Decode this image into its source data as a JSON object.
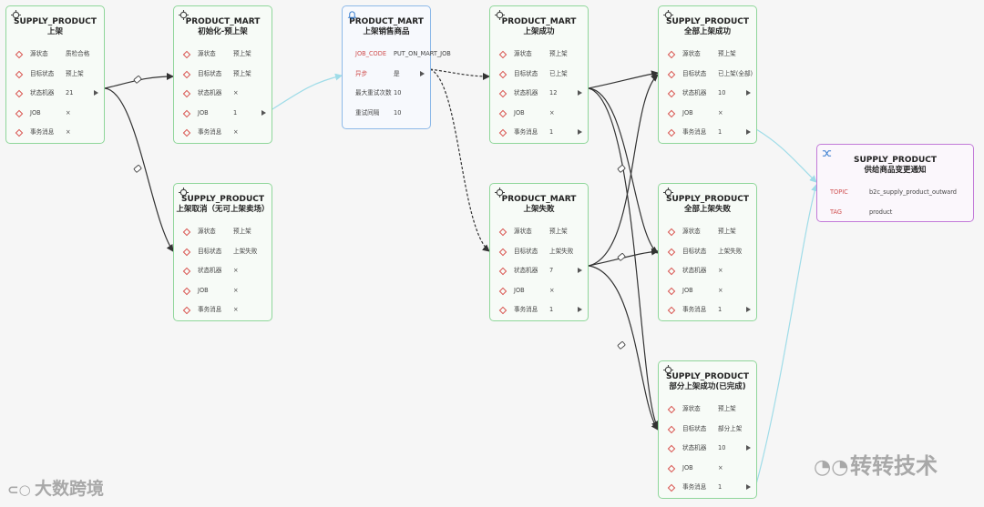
{
  "nodes": {
    "n1": {
      "title": "SUPPLY_PRODUCT",
      "subtitle": "上架",
      "rows": [
        {
          "k": "源状态",
          "v": "质检合格"
        },
        {
          "k": "目标状态",
          "v": "预上架"
        },
        {
          "k": "状态机器",
          "v": "21"
        },
        {
          "k": "JOB",
          "v": "×"
        },
        {
          "k": "事务消息",
          "v": "×"
        }
      ]
    },
    "n2": {
      "title": "PRODUCT_MART",
      "subtitle": "初始化-预上架",
      "rows": [
        {
          "k": "源状态",
          "v": "预上架"
        },
        {
          "k": "目标状态",
          "v": "预上架"
        },
        {
          "k": "状态机器",
          "v": "×"
        },
        {
          "k": "JOB",
          "v": "1"
        },
        {
          "k": "事务消息",
          "v": "×"
        }
      ]
    },
    "n3": {
      "title": "SUPPLY_PRODUCT",
      "subtitle": "上架取消（无可上架卖场）",
      "rows": [
        {
          "k": "源状态",
          "v": "预上架"
        },
        {
          "k": "目标状态",
          "v": "上架失败"
        },
        {
          "k": "状态机器",
          "v": "×"
        },
        {
          "k": "JOB",
          "v": "×"
        },
        {
          "k": "事务消息",
          "v": "×"
        }
      ]
    },
    "n4": {
      "title": "PRODUCT_MART",
      "subtitle": "上架销售商品",
      "rows": [
        {
          "k": "JOB_CODE",
          "v": "PUT_ON_MART_JOB"
        },
        {
          "k": "异步",
          "v": "是"
        },
        {
          "k": "最大重试次数",
          "v": "10"
        },
        {
          "k": "重试间隔",
          "v": "10"
        }
      ]
    },
    "n5": {
      "title": "PRODUCT_MART",
      "subtitle": "上架成功",
      "rows": [
        {
          "k": "源状态",
          "v": "预上架"
        },
        {
          "k": "目标状态",
          "v": "已上架"
        },
        {
          "k": "状态机器",
          "v": "12"
        },
        {
          "k": "JOB",
          "v": "×"
        },
        {
          "k": "事务消息",
          "v": "1"
        }
      ]
    },
    "n6": {
      "title": "PRODUCT_MART",
      "subtitle": "上架失败",
      "rows": [
        {
          "k": "源状态",
          "v": "预上架"
        },
        {
          "k": "目标状态",
          "v": "上架失败"
        },
        {
          "k": "状态机器",
          "v": "7"
        },
        {
          "k": "JOB",
          "v": "×"
        },
        {
          "k": "事务消息",
          "v": "1"
        }
      ]
    },
    "n7": {
      "title": "SUPPLY_PRODUCT",
      "subtitle": "全部上架成功",
      "rows": [
        {
          "k": "源状态",
          "v": "预上架"
        },
        {
          "k": "目标状态",
          "v": "已上架(全部)"
        },
        {
          "k": "状态机器",
          "v": "10"
        },
        {
          "k": "JOB",
          "v": "×"
        },
        {
          "k": "事务消息",
          "v": "1"
        }
      ]
    },
    "n8": {
      "title": "SUPPLY_PRODUCT",
      "subtitle": "全部上架失败",
      "rows": [
        {
          "k": "源状态",
          "v": "预上架"
        },
        {
          "k": "目标状态",
          "v": "上架失败"
        },
        {
          "k": "状态机器",
          "v": "×"
        },
        {
          "k": "JOB",
          "v": "×"
        },
        {
          "k": "事务消息",
          "v": "1"
        }
      ]
    },
    "n9": {
      "title": "SUPPLY_PRODUCT",
      "subtitle": "部分上架成功(已完成)",
      "rows": [
        {
          "k": "源状态",
          "v": "预上架"
        },
        {
          "k": "目标状态",
          "v": "部分上架"
        },
        {
          "k": "状态机器",
          "v": "10"
        },
        {
          "k": "JOB",
          "v": "×"
        },
        {
          "k": "事务消息",
          "v": "1"
        }
      ]
    },
    "n10": {
      "title": "SUPPLY_PRODUCT",
      "subtitle": "供给商品变更通知",
      "rows": [
        {
          "k": "TOPIC",
          "v": "b2c_supply_product_outward"
        },
        {
          "k": "TAG",
          "v": "product"
        }
      ]
    }
  },
  "watermarks": {
    "left": "大数跨境",
    "right": "转转技术"
  },
  "colors": {
    "green_border": "#8fd69a",
    "blue_border": "#8db9e8",
    "purple_border": "#c27ad8",
    "diamond": "#d9534f",
    "edge": "#333333",
    "edge_cyan": "#9fdce8"
  }
}
